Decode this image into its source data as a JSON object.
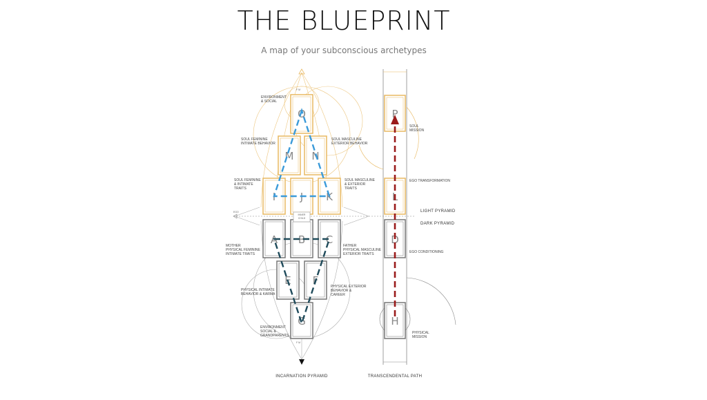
{
  "title": "THE BLUEPRINT",
  "subtitle": "A map of your subconscious archetypes",
  "left_diagram": {
    "caption": "INCARNATION PYRAMID",
    "inner_child": "INNER CHILD",
    "top_marks": "F M",
    "bottom_marks": "F M",
    "ego_mark": "EGO",
    "boxes": [
      {
        "letter": "O"
      },
      {
        "letter": "M"
      },
      {
        "letter": "N"
      },
      {
        "letter": "I"
      },
      {
        "letter": "J"
      },
      {
        "letter": "K"
      },
      {
        "letter": "A"
      },
      {
        "letter": "B"
      },
      {
        "letter": "C"
      },
      {
        "letter": "E"
      },
      {
        "letter": "F"
      },
      {
        "letter": "G"
      }
    ],
    "labels": {
      "env_social": [
        "ENVIRONMENT",
        "& SOCIAL"
      ],
      "soul_fem_behavior": [
        "SOUL FEMININE",
        "INTIMATE BEHAVIOR"
      ],
      "soul_masc_behavior": [
        "SOUL MASCULINE",
        "EXTERIOR BEHAVIOR"
      ],
      "soul_fem_traits": [
        "SOUL FEMININE",
        "& INTIMATE",
        "TRAITS"
      ],
      "soul_masc_traits": [
        "SOUL MASCULINE",
        "& EXTERIOR",
        "TRAITS"
      ],
      "mother": [
        "MOTHER",
        "PHYSICAL FEMININE",
        "INTIMATE TRAITS"
      ],
      "father": [
        "FATHER",
        "PHYSICAL MASCULINE",
        "EXTERIOR TRAITS"
      ],
      "phys_intimate": [
        "PHYSICAL INTIMATE",
        "BEHAVIOR & KARMA"
      ],
      "phys_exterior": [
        "PHYSICAL EXTERIOR",
        "BEHAVIOR &",
        "CAREER"
      ],
      "env_grand": [
        "ENVIRONMENT",
        "SOCIAL &",
        "GRANDPARENTS"
      ]
    }
  },
  "right_diagram": {
    "caption": "TRANSCENDENTAL PATH",
    "light_pyramid": "LIGHT PYRAMID",
    "dark_pyramid": "DARK PYRAMID",
    "boxes": [
      {
        "letter": "P",
        "label": [
          "SOUL",
          "MISSION"
        ]
      },
      {
        "letter": "L",
        "label": [
          "EGO TRANSFORMATION"
        ]
      },
      {
        "letter": "D",
        "label": [
          "EGO CONDITIONING"
        ]
      },
      {
        "letter": "H",
        "label": [
          "PHYSICAL",
          "MISSION"
        ]
      }
    ]
  },
  "colors": {
    "gold": "#e8b860",
    "gray": "#888888",
    "light_blue": "#3a9ad9",
    "dark_teal": "#1e4a5a",
    "red": "#9a1a1a"
  }
}
